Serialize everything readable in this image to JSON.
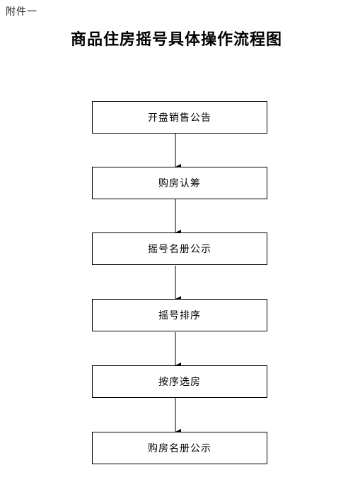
{
  "header": {
    "attachment_label": "附件一",
    "title": "商品住房摇号具体操作流程图"
  },
  "flow": {
    "steps": [
      "开盘销售公告",
      "购房认筹",
      "摇号名册公示",
      "摇号排序",
      "按序选房",
      "购房名册公示"
    ]
  },
  "colors": {
    "line": "#000000",
    "box_border": "#000000",
    "text": "#000000"
  }
}
